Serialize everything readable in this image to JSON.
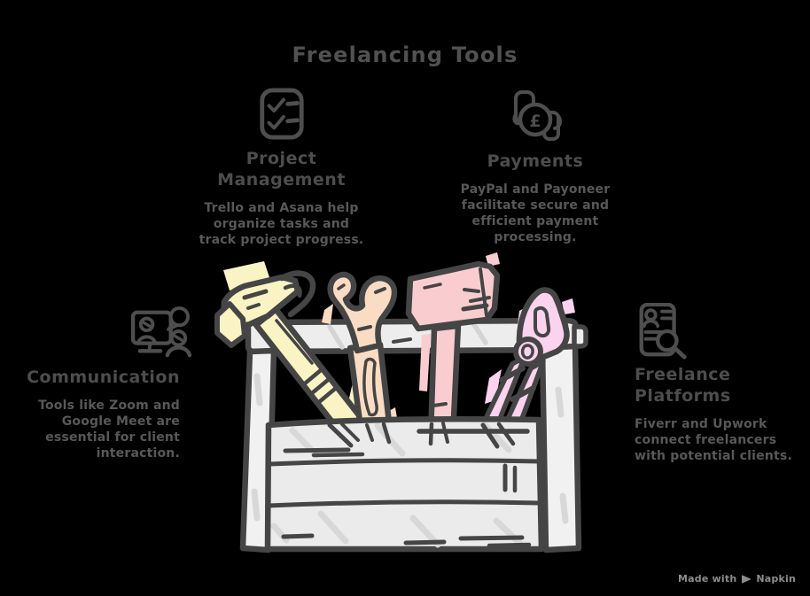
{
  "title": "Freelancing Tools",
  "sections": {
    "project_management": {
      "icon": "checklist-icon",
      "heading": "Project\nManagement",
      "description": "Trello and Asana help\norganize tasks and\ntrack project progress."
    },
    "payments": {
      "icon": "money-transfer-icon",
      "currency_symbol": "£",
      "heading": "Payments",
      "description": "PayPal and Payoneer\nfacilitate secure and\nefficient payment\nprocessing."
    },
    "communication": {
      "icon": "video-call-chat-icon",
      "heading": "Communication",
      "description": "Tools like Zoom and\nGoogle Meet are\nessential for client\ninteraction."
    },
    "freelance_platforms": {
      "icon": "resume-search-icon",
      "heading": "Freelance\nPlatforms",
      "description": "Fiverr and Upwork\nconnect freelancers\nwith potential clients."
    }
  },
  "illustration": {
    "name": "toolbox-with-tools",
    "tools": [
      "hammer",
      "wrench",
      "mallet",
      "pliers"
    ]
  },
  "footer": {
    "made_with": "Made with",
    "brand": "Napkin",
    "icon": "napkin-logo-icon"
  },
  "colors": {
    "background": "#000000",
    "outline": "#454545",
    "title_text": "#515151",
    "heading_text": "#4d4d4d",
    "body_text": "#585858",
    "footer_text": "#8d8d8d",
    "toolbox_gray": "#ededed",
    "hammer_yellow": "#faf3c4",
    "wrench_peach": "#f9dcc3",
    "mallet_pink": "#f9cdd0",
    "pliers_magenta": "#fbd3ef"
  }
}
